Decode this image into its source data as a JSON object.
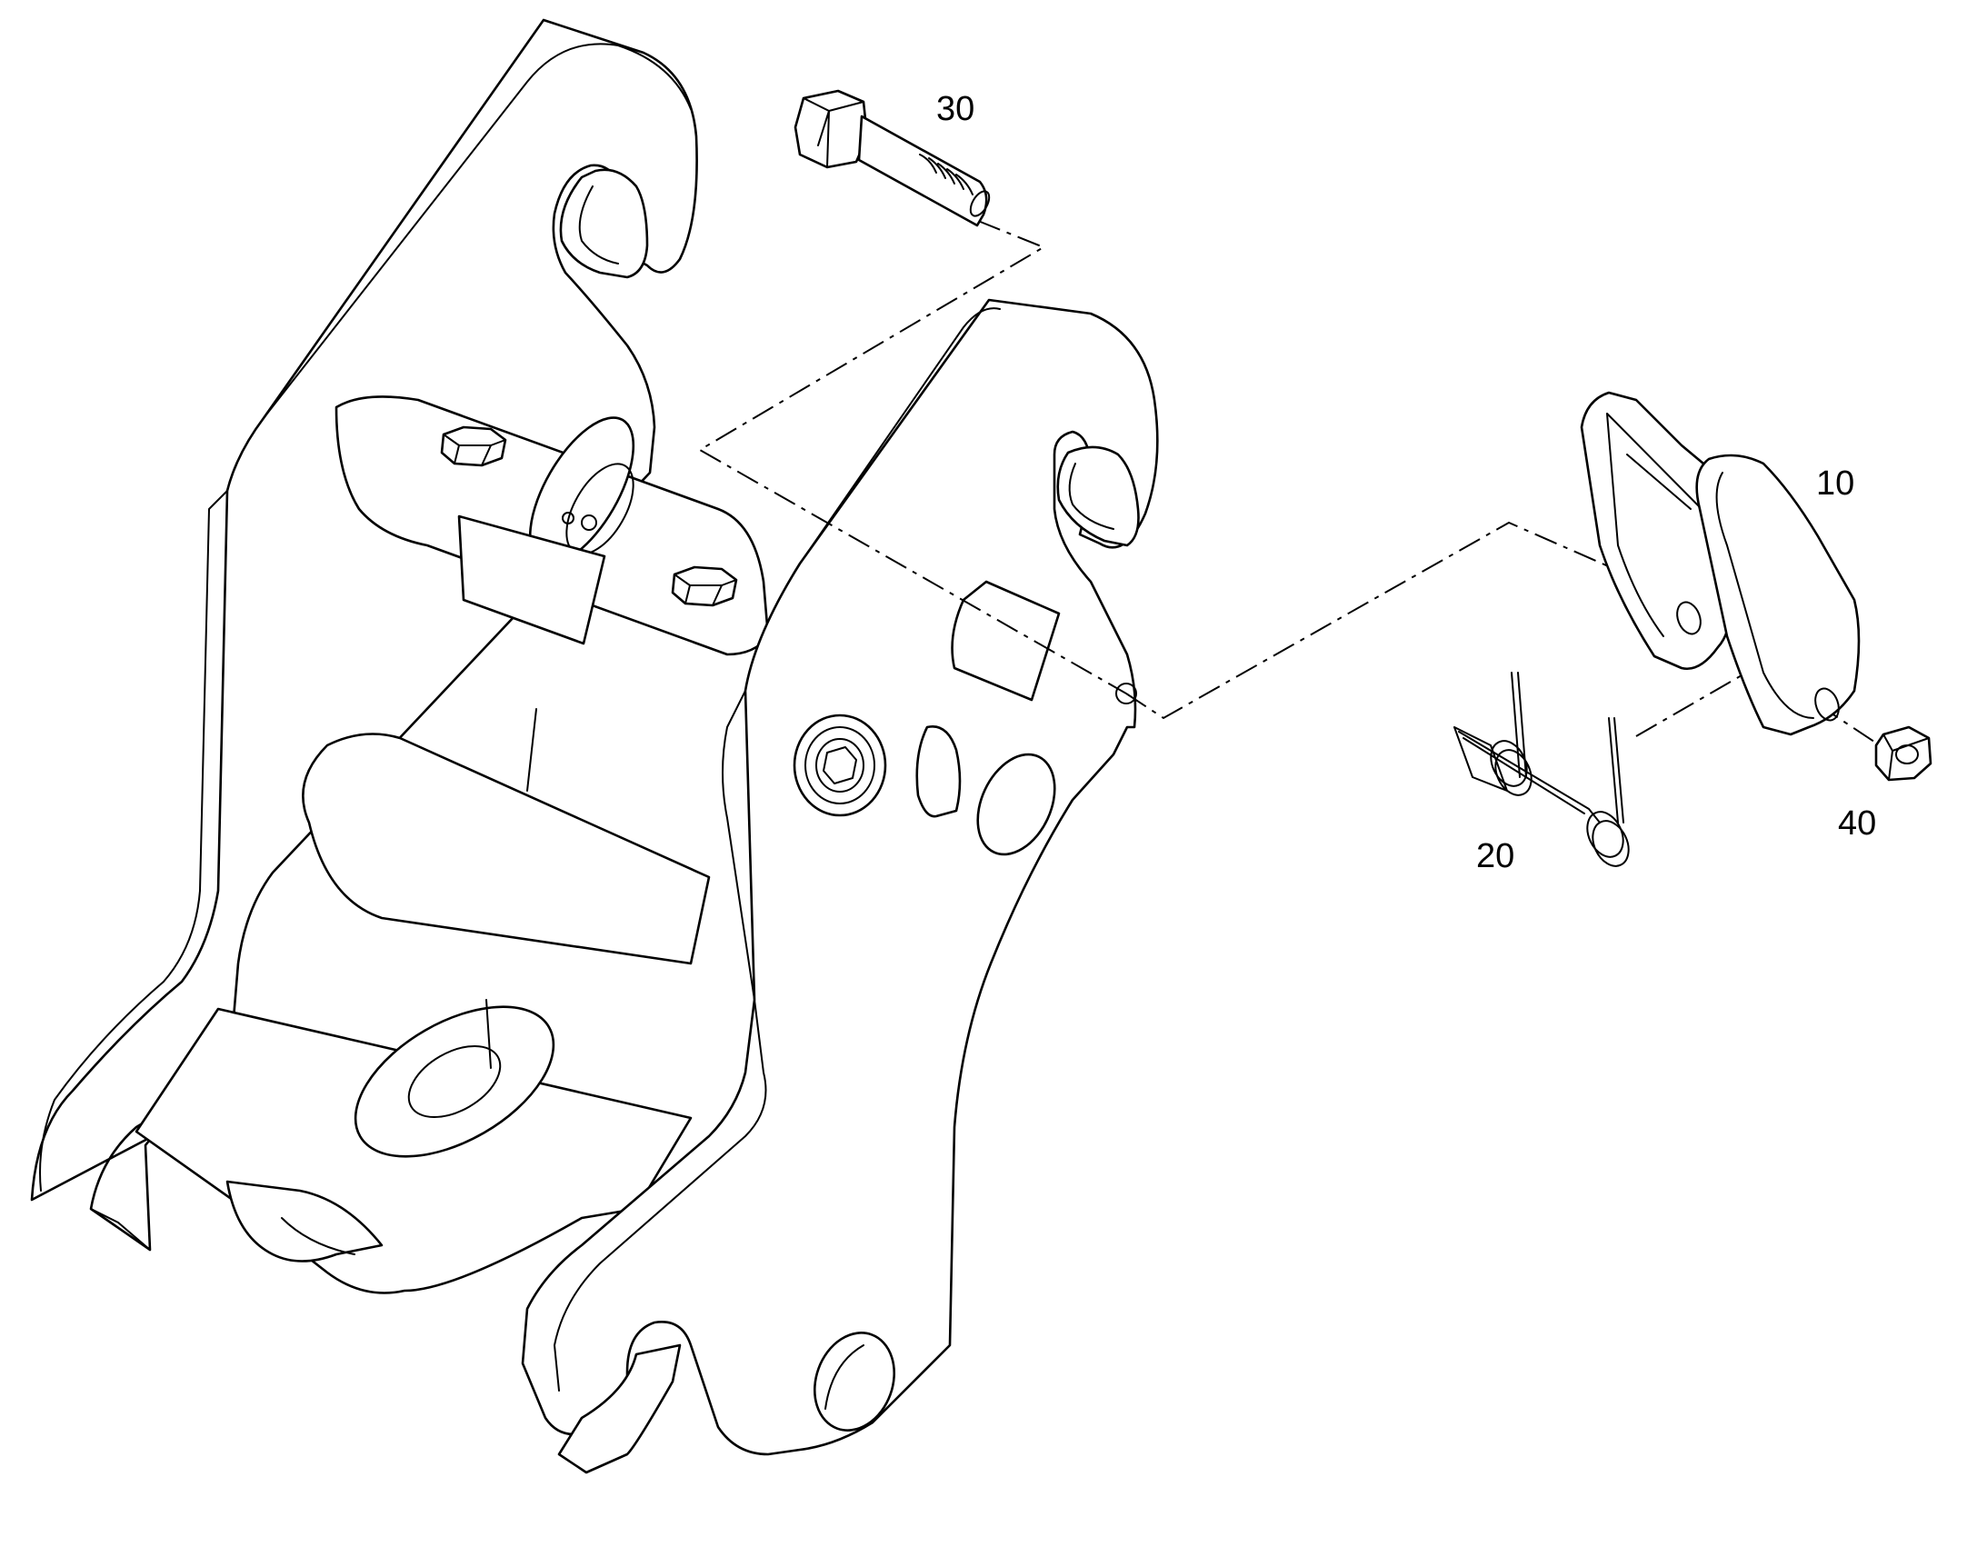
{
  "diagram": {
    "background_color": "#ffffff",
    "line_color": "#000000",
    "callouts": {
      "item_10": "10",
      "item_20": "20",
      "item_30": "30",
      "item_40": "40"
    }
  }
}
